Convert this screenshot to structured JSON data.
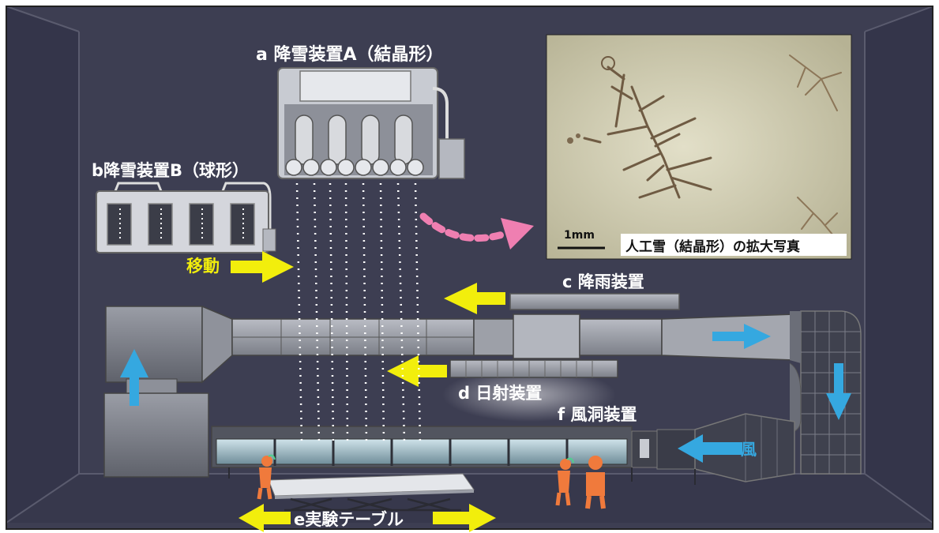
{
  "labels": {
    "snow_a": "a 降雪装置A（結晶形）",
    "snow_b": "b降雪装置B（球形）",
    "move": "移動",
    "rain_c": "c 降雨装置",
    "solar_d": "d 日射装置",
    "tunnel_f": "f 風洞装置",
    "wind": "風",
    "table_e": "e実験テーブル"
  },
  "photo": {
    "caption": "人工雪（結晶形）の拡大写真",
    "scale_label": "1mm"
  },
  "colors": {
    "room": "#3d3e52",
    "wall_edge": "#5a5b6e",
    "arrow_yellow": "#f2ee0c",
    "arrow_blue": "#35a8e0",
    "arrow_pink": "#ef7fb1",
    "worker_orange": "#f07a3c",
    "photo_bg": "#cbc7ab"
  }
}
